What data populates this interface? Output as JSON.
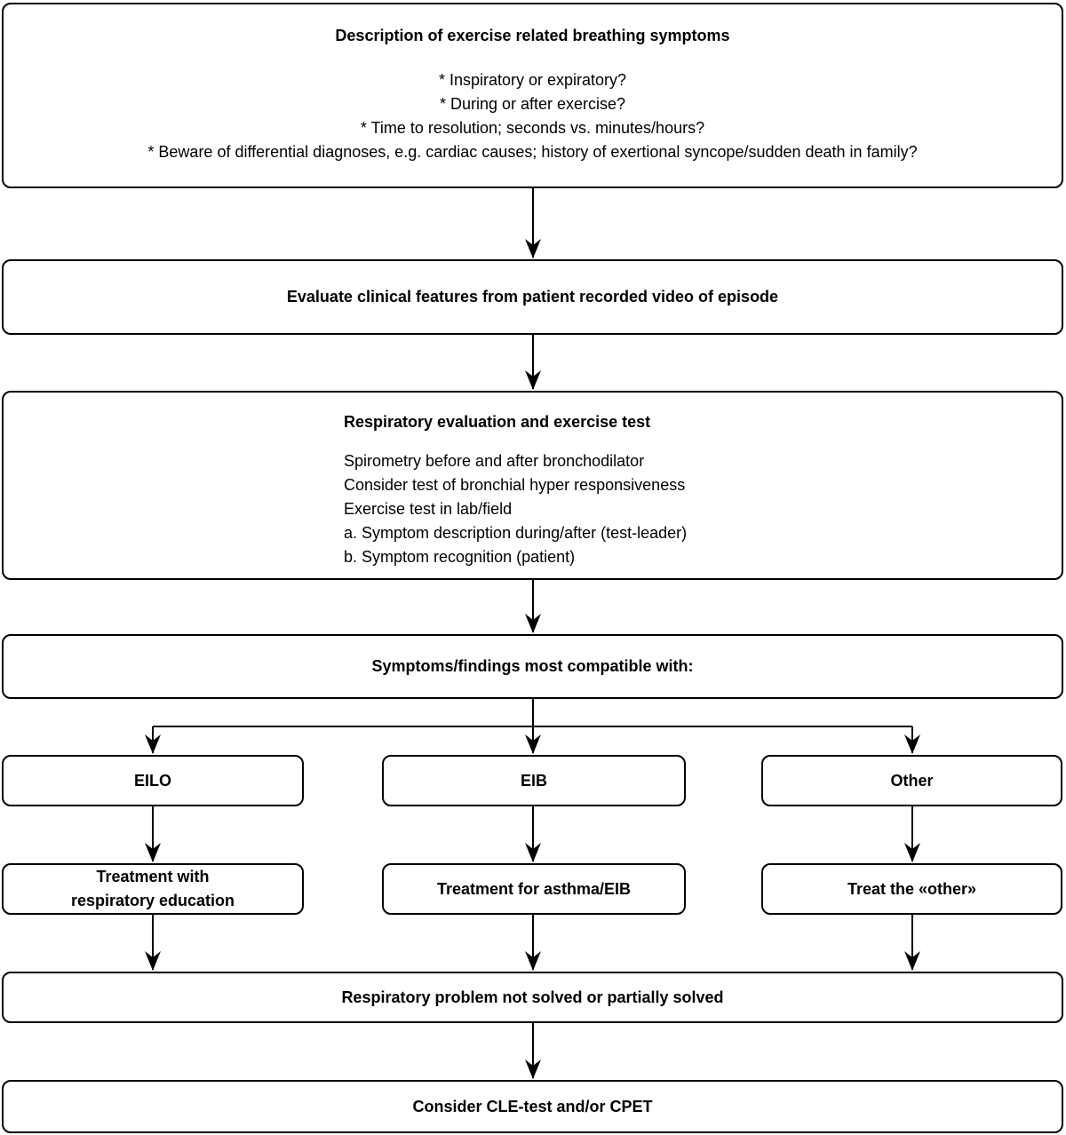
{
  "page": {
    "background_color": "#ffffff",
    "box_fill_color": "#ffffff",
    "line_color": "#000000",
    "text_color": "#000000"
  },
  "flowchart": {
    "symptom_description": {
      "title": "Description of exercise related breathing symptoms",
      "bullets": [
        "* Inspiratory or expiratory?",
        "* During or after exercise?",
        "* Time to resolution; seconds vs. minutes/hours?",
        "* Beware of differential diagnoses, e.g. cardiac causes; history of exertional syncope/sudden death in family?"
      ]
    },
    "video_evaluation": {
      "label": "Evaluate clinical features from patient recorded video of episode"
    },
    "respiratory_evaluation": {
      "title": "Respiratory evaluation and exercise test",
      "lines": [
        "Spirometry before and after bronchodilator",
        "Consider test of bronchial hyper responsiveness",
        "Exercise test in lab/field",
        "a. Symptom description during/after (test-leader)",
        "b. Symptom recognition (patient)"
      ]
    },
    "compatibility": {
      "label": "Symptoms/findings most compatible with:"
    },
    "branches": [
      {
        "diagnosis": "EILO",
        "treatment_lines": [
          "Treatment with",
          "respiratory education"
        ]
      },
      {
        "diagnosis": "EIB",
        "treatment_lines": [
          "Treatment for asthma/EIB"
        ]
      },
      {
        "diagnosis": "Other",
        "treatment_lines": [
          "Treat the «other»"
        ]
      }
    ],
    "not_solved": {
      "label": "Respiratory problem not solved or partially solved"
    },
    "consider": {
      "label": "Consider CLE-test and/or CPET"
    }
  }
}
